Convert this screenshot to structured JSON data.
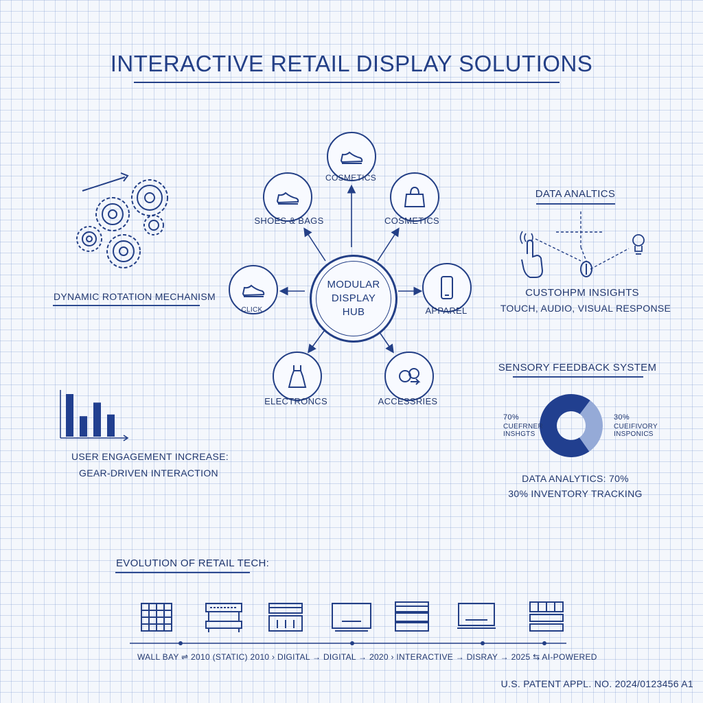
{
  "title": "INTERACTIVE RETAIL DISPLAY SOLUTIONS",
  "hub": {
    "label": "MODULAR DISPLAY HUB"
  },
  "nodes": [
    {
      "name": "node-top",
      "label": "COSMETICS",
      "icon": "shoe-icon"
    },
    {
      "name": "node-upper-left",
      "label": "SHOES & BAGS",
      "icon": "shoe-icon"
    },
    {
      "name": "node-upper-right",
      "label": "COSMETICS",
      "icon": "handbag-icon"
    },
    {
      "name": "node-left",
      "label": "CLICK",
      "icon": "shoe-icon"
    },
    {
      "name": "node-right",
      "label": "APPAREL",
      "icon": "smartphone-icon"
    },
    {
      "name": "node-lower-left",
      "label": "ELECTRONCS",
      "icon": "dress-icon"
    },
    {
      "name": "node-lower-right",
      "label": "ACCESSRIES",
      "icon": "accessories-icon"
    }
  ],
  "left_panel": {
    "gears_label": "DYNAMIC ROTATION MECHANISM",
    "engagement_label": "USER ENGAGEMENT INCREASE:",
    "engagement_sub": "GEAR-DRIVEN INTERACTION",
    "bar_values": [
      5,
      2.4,
      4,
      2.6
    ]
  },
  "right_panel": {
    "analytics_title": "DATA ANALTICS",
    "insights_label": "CUSTOHPM INSIGHTS",
    "insights_sub": "TOUCH, AUDIO, VISUAL RESPONSE",
    "sensory_title": "SENSORY FEEDBACK SYSTEM",
    "donut_left_pct": "70%",
    "donut_left_label": "CUEFRNER INSHGTS",
    "donut_right_pct": "30%",
    "donut_right_label": "CUEIFIVORY INSPONICS",
    "donut_summary_1": "DATA ANALYTICS: 70%",
    "donut_summary_2": "30% INVENTORY TRACKING",
    "donut_values": [
      70,
      30
    ],
    "colors": {
      "major": "#213f8f",
      "minor": "#95aad7"
    }
  },
  "timeline": {
    "title": "EVOLUTION OF RETAIL TECH:",
    "caption": "WALL BAY ⇌ 2010 (STATIC) 2010 › DIGITAL → DIGITAL → 2020 › INTERACTIVE → DISRAY → 2025 ⇆ AI-POWERED",
    "icons": [
      "wall-bay-icon",
      "shelf-unit-icon",
      "drawer-unit-icon",
      "digital-screen-icon",
      "shelf-unit-icon",
      "display-screen-icon",
      "smart-shelf-icon"
    ]
  },
  "footer": "U.S. PATENT APPL. NO. 2024/0123456 A1"
}
